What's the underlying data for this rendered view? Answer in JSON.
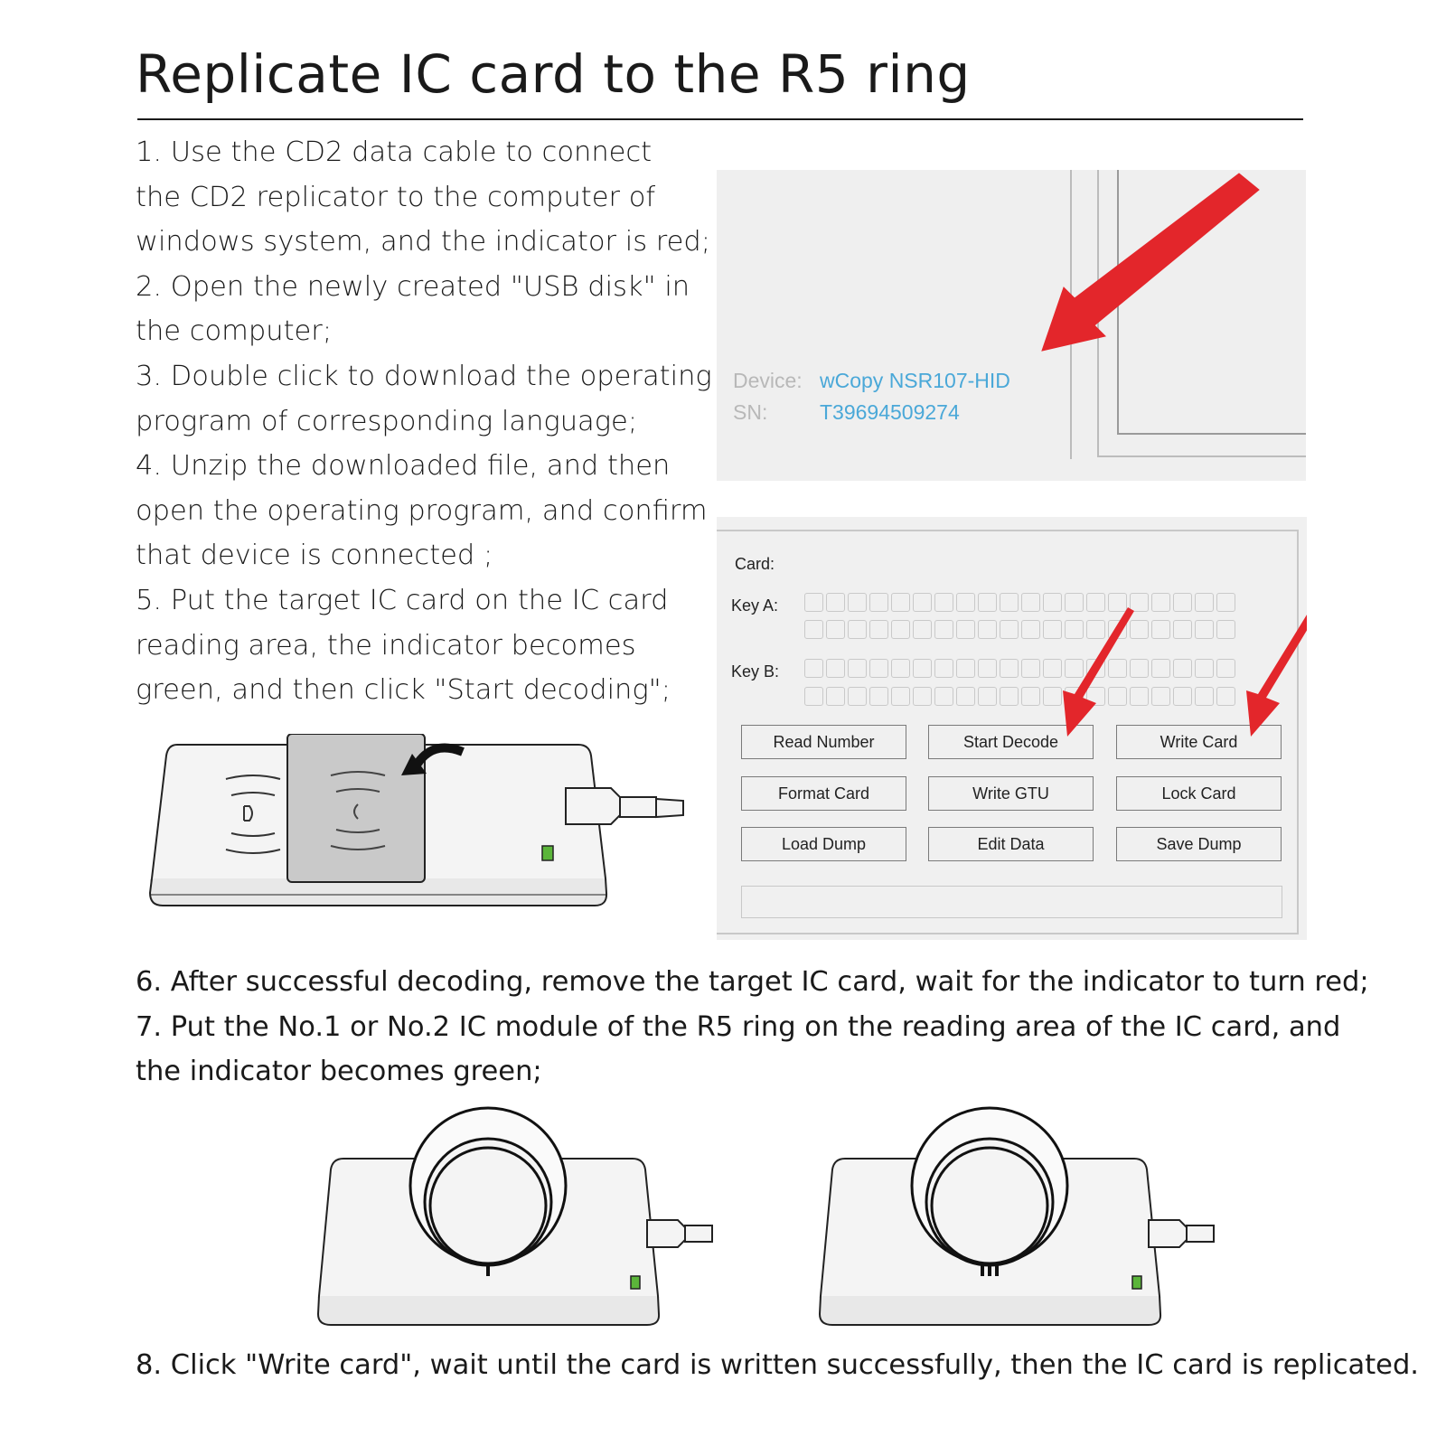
{
  "title": "Replicate IC card to the R5 ring",
  "steps_top": [
    "1. Use the CD2 data cable to connect",
    "the CD2 replicator to the computer of",
    "windows system, and the indicator is red;",
    "2. Open the newly created \"USB disk\" in",
    "the computer;",
    "3. Double click to download the operating",
    "program of corresponding language;",
    "4. Unzip the downloaded file, and then",
    "open the operating program, and confirm",
    "that device is connected ;",
    "5. Put the target IC card on the IC card",
    "reading area, the indicator becomes",
    "green, and then click \"Start decoding\";"
  ],
  "steps_bottom": [
    "6. After successful decoding, remove the target IC card, wait for the indicator to turn red;",
    "7. Put the No.1 or No.2 IC module of the R5 ring on the reading area of the IC card, and",
    "the indicator becomes green;"
  ],
  "step8": "8. Click \"Write card\", wait until the card is written successfully, then the IC card is replicated.",
  "device_panel": {
    "device_label": "Device:",
    "device_value": "wCopy NSR107-HID",
    "sn_label": "SN:",
    "sn_value": "T39694509274"
  },
  "card_panel": {
    "card_label": "Card:",
    "key_a_label": "Key A:",
    "key_b_label": "Key B:",
    "buttons": {
      "read_number": "Read Number",
      "start_decode": "Start Decode",
      "write_card": "Write Card",
      "format_card": "Format Card",
      "write_gtu": "Write GTU",
      "lock_card": "Lock Card",
      "load_dump": "Load Dump",
      "edit_data": "Edit Data",
      "save_dump": "Save Dump"
    }
  },
  "colors": {
    "arrow_red": "#e3262b",
    "device_value_blue": "#4aa8d8",
    "indicator_green": "#5bb53a"
  }
}
